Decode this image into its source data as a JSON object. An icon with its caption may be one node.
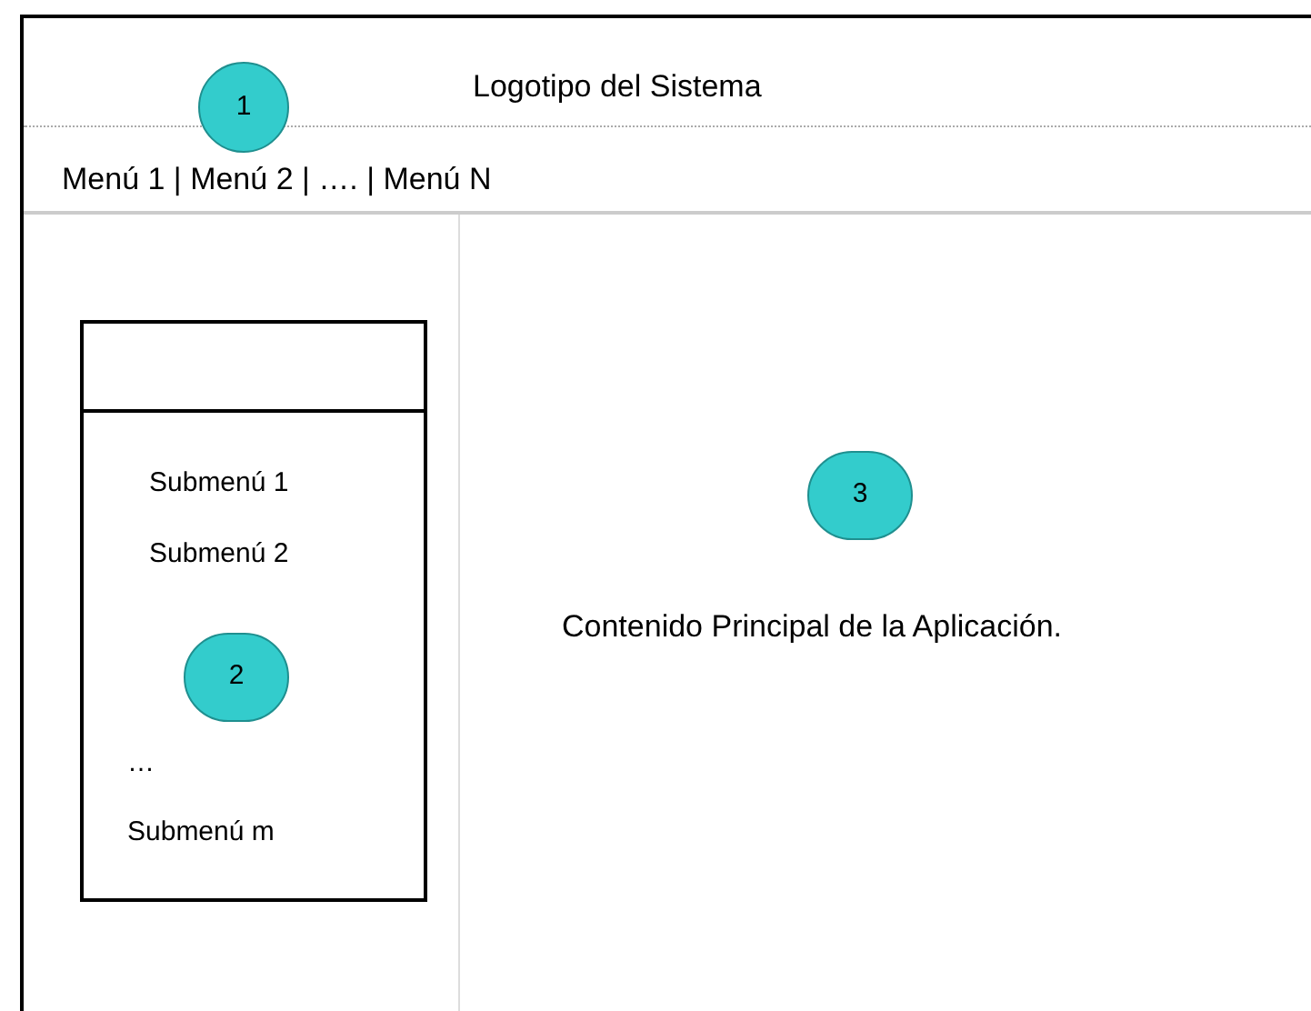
{
  "diagram": {
    "nodes": [
      {
        "text": [],
        "shape": "box"
      },
      {
        "text": [
          "1"
        ],
        "in": 0
      },
      {
        "text": [
          "Submenú 1",
          "Submenú 2",
          "…",
          "Submenú m"
        ],
        "in": 0
      },
      {
        "text": [],
        "shape": "box",
        "in": 2
      },
      {
        "text": [
          "2"
        ],
        "in": 2
      },
      {
        "text": [
          "3"
        ],
        "in": 0
      }
    ],
    "edges": [],
    "labels": [
      "Logotipo del Sistema",
      "Menú 1 | Menú 2 | …. | Menú N",
      "Contenido Principal de la Aplicación."
    ]
  }
}
